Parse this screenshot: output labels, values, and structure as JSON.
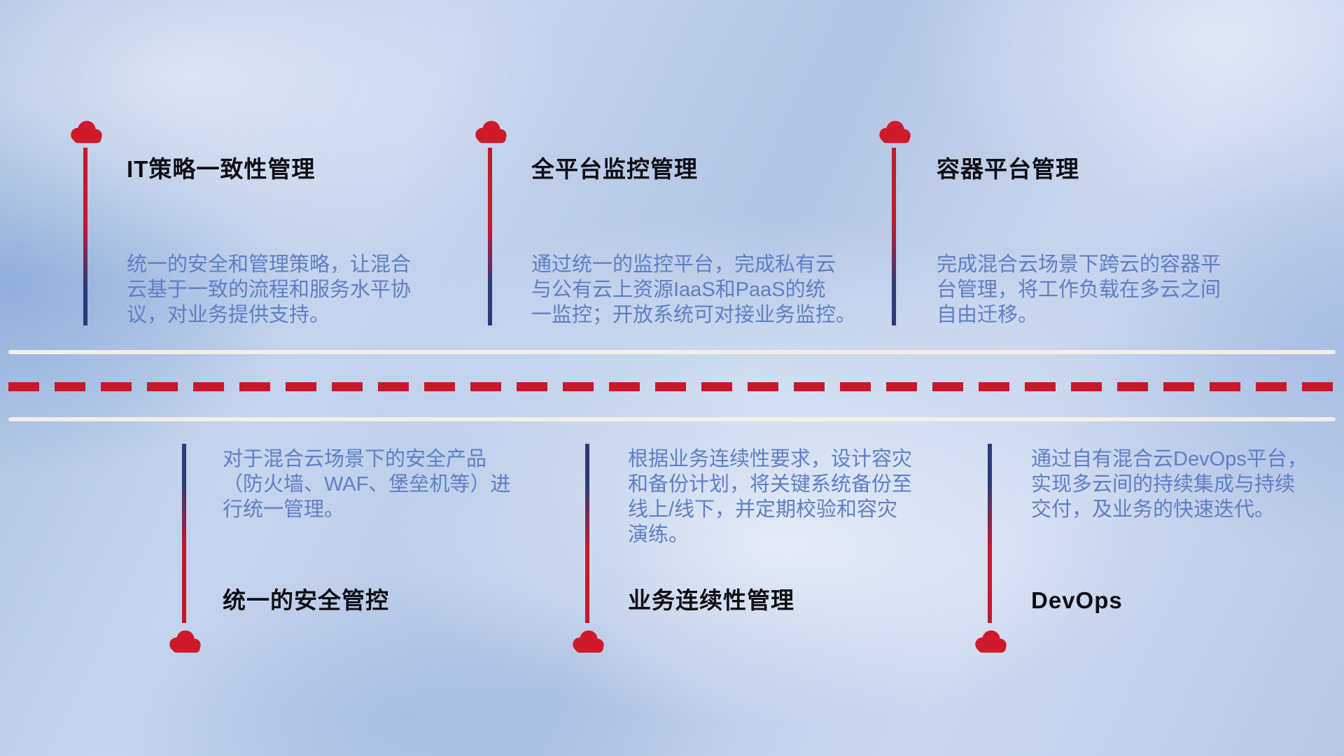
{
  "colors": {
    "cloud-red": "#ce1a2b",
    "line-red": "#c5182b",
    "line-navy": "#2c3a78",
    "title-color": "#0e0e14",
    "desc-color": "#5f7fc5",
    "road-white": "#f3efe7",
    "dash-red": "#c8192b"
  },
  "items": [
    {
      "title": "IT策略一致性管理",
      "description": "统一的安全和管理策略，让混合\n云基于一致的流程和服务水平协\n议，对业务提供支持。"
    },
    {
      "title": "全平台监控管理",
      "description": "通过统一的监控平台，完成私有云\n与公有云上资源IaaS和PaaS的统\n一监控；开放系统可对接业务监控。"
    },
    {
      "title": "容器平台管理",
      "description": "完成混合云场景下跨云的容器平\n台管理，将工作负载在多云之间\n自由迁移。"
    },
    {
      "title": "统一的安全管控",
      "description": "对于混合云场景下的安全产品\n（防火墙、WAF、堡垒机等）进\n行统一管理。"
    },
    {
      "title": "业务连续性管理",
      "description": "根据业务连续性要求，设计容灾\n和备份计划，将关键系统备份至\n线上/线下，并定期校验和容灾\n演练。"
    },
    {
      "title": "DevOps",
      "description": "通过自有混合云DevOps平台，\n实现多云间的持续集成与持续\n交付，及业务的快速迭代。"
    }
  ]
}
